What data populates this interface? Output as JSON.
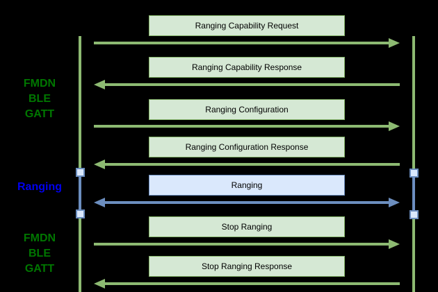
{
  "diagram": {
    "type": "sequence-diagram",
    "background_color": "#000000",
    "lanes": [
      {
        "id": "fmdn-ble-gatt-top",
        "lines": [
          "FMDN",
          "BLE",
          "GATT"
        ],
        "color": "#007700"
      },
      {
        "id": "ranging",
        "lines": [
          "Ranging"
        ],
        "color": "#0000EE"
      },
      {
        "id": "fmdn-ble-gatt-bottom",
        "lines": [
          "FMDN",
          "BLE",
          "GATT"
        ],
        "color": "#007700"
      }
    ],
    "messages": [
      {
        "label": "Ranging Capability Request",
        "direction": "right",
        "style": "green"
      },
      {
        "label": "Ranging Capability Response",
        "direction": "left",
        "style": "green"
      },
      {
        "label": "Ranging Configuration",
        "direction": "right",
        "style": "green"
      },
      {
        "label": "Ranging Configuration Response",
        "direction": "left",
        "style": "green"
      },
      {
        "label": "Ranging",
        "direction": "both",
        "style": "blue"
      },
      {
        "label": "Stop Ranging",
        "direction": "right",
        "style": "green"
      },
      {
        "label": "Stop Ranging Response",
        "direction": "left",
        "style": "green"
      }
    ],
    "colors": {
      "green_box_fill": "#d5e8d4",
      "green_box_border": "#82b366",
      "green_line": "#8dba72",
      "blue_box_fill": "#dae8fc",
      "blue_box_border": "#6c8ebf",
      "lane_label_green": "#007700",
      "lane_label_blue": "#0000EE",
      "box_text": "#000000"
    }
  }
}
